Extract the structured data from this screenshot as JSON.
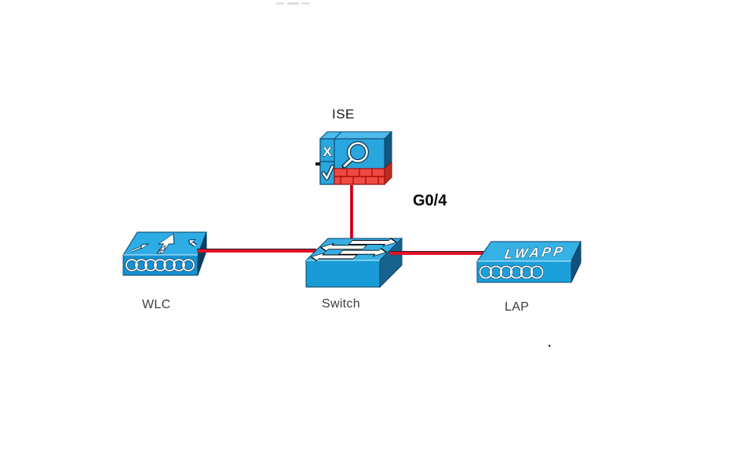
{
  "nodes": {
    "ise": {
      "label": "ISE"
    },
    "wlc": {
      "label": "WLC"
    },
    "switch": {
      "label": "Switch"
    },
    "lap": {
      "label": "LAP",
      "top_text": "LWAPP"
    }
  },
  "links": {
    "ise_switch": {
      "interface_label": "G0/4"
    },
    "wlc_switch": {
      "interface_label": ""
    },
    "switch_lap": {
      "interface_label": ""
    }
  },
  "ise_glyphs": {
    "x_mark": "X"
  },
  "artifacts": {
    "stray_dot": "."
  },
  "colors": {
    "device_blue_front": "#189BD7",
    "device_blue_top": "#33AFE5",
    "device_side_dark": "#0C3D5F",
    "ise_blue_front": "#2AA6DF",
    "link_red": "#E01128",
    "link_dark_edge": "#2B2026",
    "brick_red": "#EF4A41",
    "brick_mortar": "#A50D0D"
  }
}
